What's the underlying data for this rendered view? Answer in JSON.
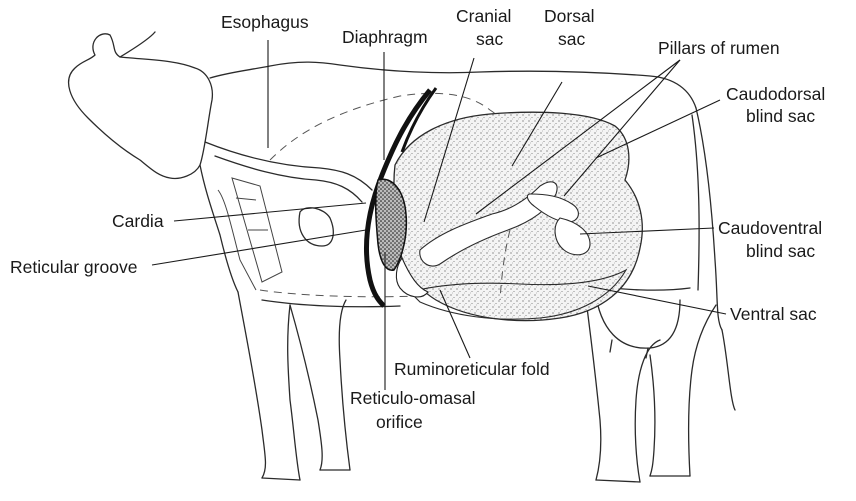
{
  "labels": {
    "esophagus": "Esophagus",
    "diaphragm": "Diaphragm",
    "cranial_sac_1": "Cranial",
    "cranial_sac_2": "sac",
    "dorsal_sac_1": "Dorsal",
    "dorsal_sac_2": "sac",
    "pillars": "Pillars of rumen",
    "caudodorsal_1": "Caudodorsal",
    "caudodorsal_2": "blind sac",
    "cardia": "Cardia",
    "reticular_groove": "Reticular groove",
    "caudoventral_1": "Caudoventral",
    "caudoventral_2": "blind sac",
    "ventral_sac": "Ventral sac",
    "ruminoreticular_fold": "Ruminoreticular fold",
    "reticulo_omasal_1": "Reticulo-omasal",
    "reticulo_omasal_2": "orifice"
  }
}
